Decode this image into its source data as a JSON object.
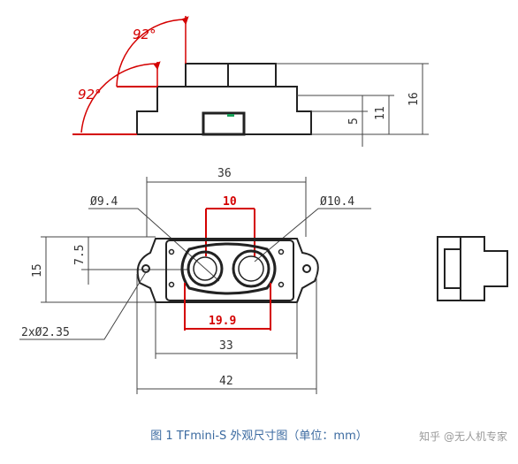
{
  "top_view": {
    "angle_1": "92°",
    "angle_2": "92°",
    "dim_5": "5",
    "dim_11": "11",
    "dim_16": "16"
  },
  "front_view": {
    "dim_36": "36",
    "dim_10": "10",
    "dia_left": "Ø9.4",
    "dia_right": "Ø10.4",
    "dim_15": "15",
    "dim_7_5": "7.5",
    "dim_19_9": "19.9",
    "holes": "2xØ2.35",
    "dim_33": "33",
    "dim_42": "42"
  },
  "caption": "图 1 TFmini-S 外观尺寸图（单位：mm）",
  "watermark": "知乎 @无人机专家",
  "colors": {
    "line": "#222222",
    "dimension": "#444444",
    "red": "#d40000",
    "caption": "#3b6aa0"
  }
}
